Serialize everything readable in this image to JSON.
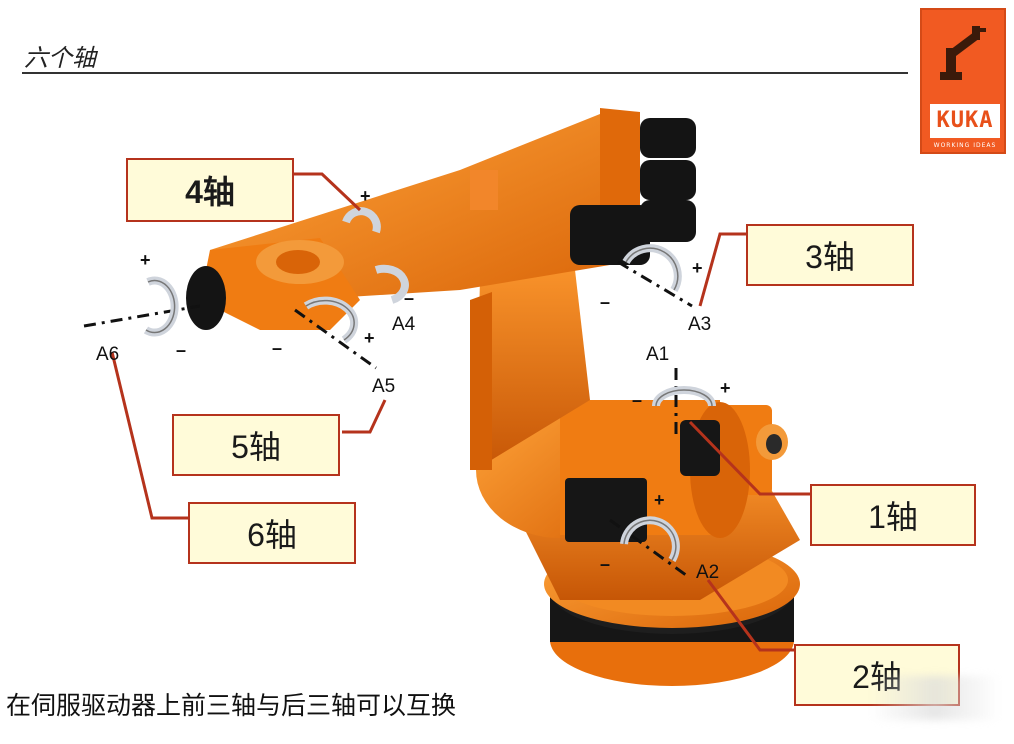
{
  "title": "六个轴",
  "logo": {
    "text": "KUKA",
    "slogan": "WORKING IDEAS",
    "color": "#f15a22"
  },
  "robot_color": "#f07c12",
  "leader_color": "#b5331c",
  "labels": {
    "axis4": "4轴",
    "axis3": "3轴",
    "axis5": "5轴",
    "axis6": "6轴",
    "axis1": "1轴",
    "axis2": "2轴"
  },
  "codes": {
    "a1": "A1",
    "a2": "A2",
    "a3": "A3",
    "a4": "A4",
    "a5": "A5",
    "a6": "A6"
  },
  "signs": {
    "plus": "+",
    "minus": "–"
  },
  "caption": "在伺服驱动器上前三轴与后三轴可以互换",
  "icons": [
    "rotation-arrow-icon",
    "kuka-logo-icon"
  ]
}
